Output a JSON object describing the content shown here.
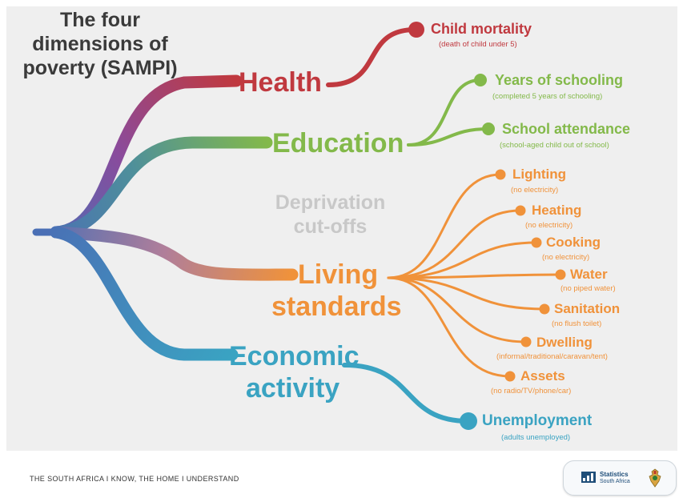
{
  "title": "The four dimensions of poverty (SAMPI)",
  "cutoffs_label": "Deprivation cut-offs",
  "colors": {
    "health": "#c0393f",
    "education": "#83b94a",
    "living": "#f0923a",
    "economic": "#3aa3c2",
    "root": "#4a6fb5",
    "cutoffs": "#c8c8c8",
    "title": "#3a3a3a"
  },
  "dimensions": {
    "health": {
      "label": "Health"
    },
    "education": {
      "label": "Education"
    },
    "living": {
      "line1": "Living",
      "line2": "standards"
    },
    "economic": {
      "line1": "Economic",
      "line2": "activity"
    }
  },
  "indicators": {
    "child_mortality": {
      "name": "Child mortality",
      "cutoff": "(death of child under 5)"
    },
    "years_schooling": {
      "name": "Years of schooling",
      "cutoff": "(completed 5 years of schooling)"
    },
    "school_attendance": {
      "name": "School attendance",
      "cutoff": "(school-aged child out of school)"
    },
    "lighting": {
      "name": "Lighting",
      "cutoff": "(no electricity)"
    },
    "heating": {
      "name": "Heating",
      "cutoff": "(no electricity)"
    },
    "cooking": {
      "name": "Cooking",
      "cutoff": "(no electricity)"
    },
    "water": {
      "name": "Water",
      "cutoff": "(no piped water)"
    },
    "sanitation": {
      "name": "Sanitation",
      "cutoff": "(no flush toilet)"
    },
    "dwelling": {
      "name": "Dwelling",
      "cutoff": "(informal/traditional/caravan/tent)"
    },
    "assets": {
      "name": "Assets",
      "cutoff": "(no radio/TV/phone/car)"
    },
    "unemployment": {
      "name": "Unemployment",
      "cutoff": "(adults unemployed)"
    }
  },
  "footer": {
    "tagline": "THE SOUTH AFRICA I KNOW, THE HOME I UNDERSTAND",
    "logo_line1": "Statistics",
    "logo_line2": "South Africa"
  }
}
